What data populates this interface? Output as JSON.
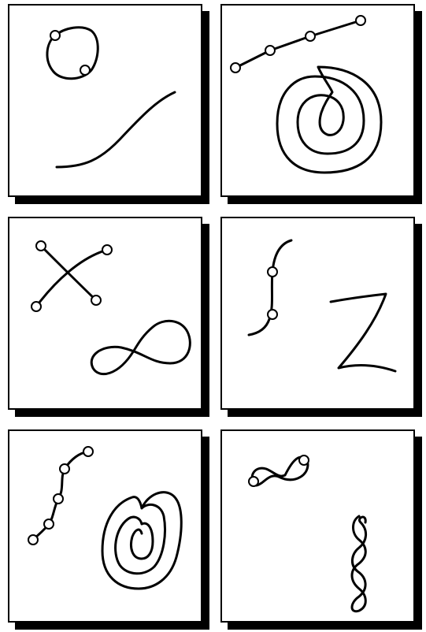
{
  "panels": [
    {
      "id": "p1",
      "contents": [
        "closed-loop-with-points",
        "s-curve"
      ]
    },
    {
      "id": "p2",
      "contents": [
        "polyline-with-points",
        "nested-spiral"
      ]
    },
    {
      "id": "p3",
      "contents": [
        "x-cross-with-points",
        "figure-eight"
      ]
    },
    {
      "id": "p4",
      "contents": [
        "integral-curve-with-points",
        "z-stroke"
      ]
    },
    {
      "id": "p5",
      "contents": [
        "zigzag-chain-with-points",
        "heart-spiral"
      ]
    },
    {
      "id": "p6",
      "contents": [
        "small-figure-eight-with-points",
        "vertical-chain-loops"
      ]
    }
  ],
  "colors": {
    "ink": "#000000",
    "paper": "#ffffff"
  }
}
